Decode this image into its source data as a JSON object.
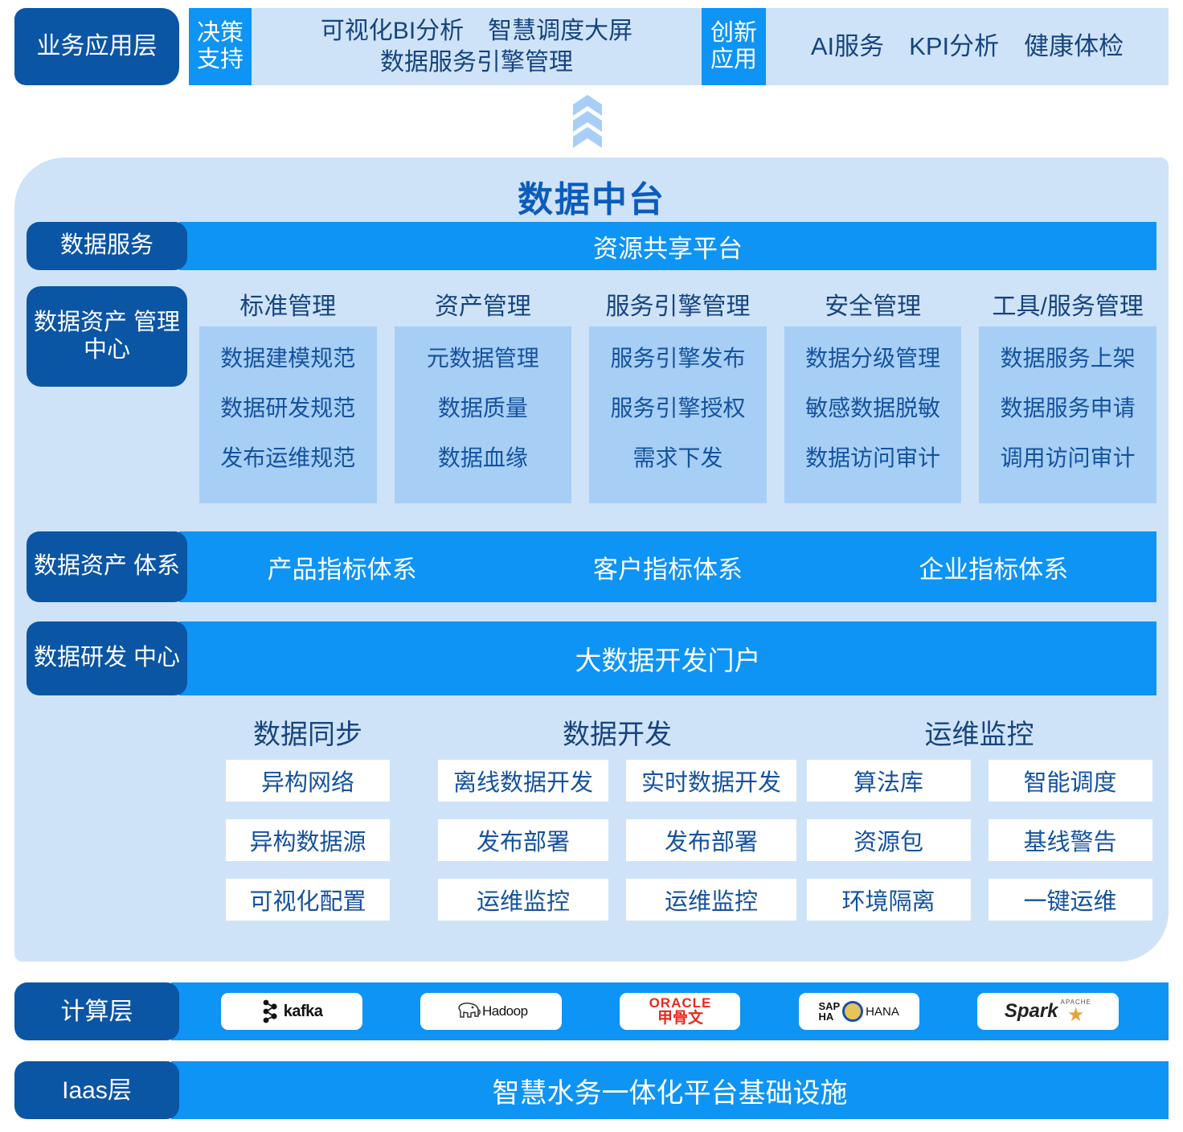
{
  "business_layer": {
    "label": "业务应用层",
    "groups": [
      {
        "tag": "决策支持",
        "tag_line1": "决策",
        "tag_line2": "支持",
        "items_line1": "可视化BI分析　智慧调度大屏",
        "items_line2": "数据服务引擎管理"
      },
      {
        "tag": "创新应用",
        "tag_line1": "创新",
        "tag_line2": "应用",
        "items_line1": "AI服务　KPI分析　健康体检",
        "items_line2": ""
      }
    ]
  },
  "platform": {
    "title": "数据中台",
    "data_service": {
      "label": "数据服务",
      "bar_text": "资源共享平台"
    },
    "asset_center": {
      "label_line1": "数据资产",
      "label_line2": "管理中心",
      "columns": [
        {
          "title": "标准管理",
          "items": [
            "数据建模规范",
            "数据研发规范",
            "发布运维规范"
          ]
        },
        {
          "title": "资产管理",
          "items": [
            "元数据管理",
            "数据质量",
            "数据血缘"
          ]
        },
        {
          "title": "服务引擎管理",
          "items": [
            "服务引擎发布",
            "服务引擎授权",
            "需求下发"
          ]
        },
        {
          "title": "安全管理",
          "items": [
            "数据分级管理",
            "敏感数据脱敏",
            "数据访问审计"
          ]
        },
        {
          "title": "工具/服务管理",
          "items": [
            "数据服务上架",
            "数据服务申请",
            "调用访问审计"
          ]
        }
      ]
    },
    "asset_system": {
      "label_line1": "数据资产",
      "label_line2": "体系",
      "items": [
        "产品指标体系",
        "客户指标体系",
        "企业指标体系"
      ]
    },
    "rd_center": {
      "label_line1": "数据研发",
      "label_line2": "中心",
      "bar_text": "大数据开发门户"
    },
    "dev_groups": [
      {
        "title": "数据同步",
        "columns": [
          [
            "异构网络",
            "异构数据源",
            "可视化配置"
          ]
        ]
      },
      {
        "title": "数据开发",
        "columns": [
          [
            "离线数据开发",
            "发布部署",
            "运维监控"
          ],
          [
            "实时数据开发",
            "发布部署",
            "运维监控"
          ]
        ]
      },
      {
        "title": "运维监控",
        "columns": [
          [
            "算法库",
            "资源包",
            "环境隔离"
          ],
          [
            "智能调度",
            "基线警告",
            "一键运维"
          ]
        ]
      }
    ]
  },
  "compute_layer": {
    "label": "计算层",
    "logos": [
      {
        "name": "kafka-logo",
        "text": "kafka"
      },
      {
        "name": "hadoop-logo",
        "text": "Hadoop"
      },
      {
        "name": "oracle-logo",
        "text_en": "ORACLE",
        "text_cn": "甲骨文"
      },
      {
        "name": "sap-hana-logo",
        "text_sap": "SAP",
        "text_ha": "HA",
        "text_hana": "HANA"
      },
      {
        "name": "spark-logo",
        "text_apache": "APACHE",
        "text": "Spark"
      }
    ]
  },
  "iaas_layer": {
    "label": "Iaas层",
    "bar_text": "智慧水务一体化平台基础设施"
  },
  "colors": {
    "navy": "#0b55a5",
    "bright_blue": "#0d94f5",
    "page_blue": "#cfe3f8",
    "card_blue": "#a7cef5",
    "text_blue": "#14529e"
  }
}
